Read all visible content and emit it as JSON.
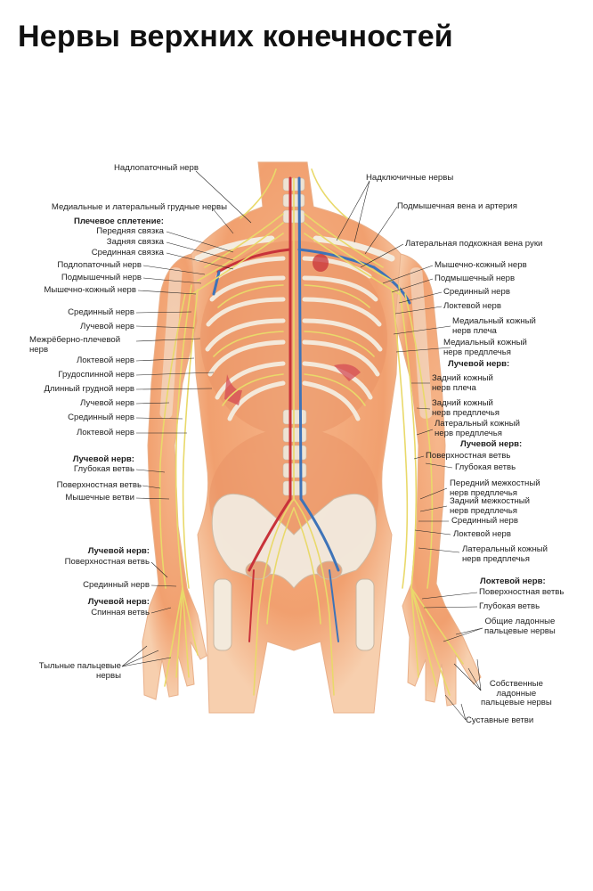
{
  "title": "Нервы верхних конечностей",
  "labels": {
    "top_suprascap": "Надлопаточный нерв",
    "top_supraclav": "Надключичные нервы",
    "l_pectoral": "Медиальные и латеральный грудные нервы",
    "l_plexus": "Плечевое сплетение:",
    "l_ant_cord": "Передняя связка",
    "l_post_cord": "Задняя связка",
    "l_med_cord": "Срединная связка",
    "l_subscap": "Подлопаточный нерв",
    "l_axillary": "Подмышечный нерв",
    "l_musculocut": "Мышечно-кожный нерв",
    "l_median1": "Срединный нерв",
    "l_radial1": "Лучевой нерв",
    "l_intercostobrach_1": "Межрёберно-плечевой",
    "l_intercostobrach_2": "нерв",
    "l_ulnar1": "Локтевой нерв",
    "l_thoracodorsal": "Грудоспинной нерв",
    "l_long_thoracic": "Длинный грудной нерв",
    "l_radial2": "Лучевой нерв",
    "l_median2": "Срединный нерв",
    "l_ulnar2": "Локтевой нерв",
    "l_radial_head": "Лучевой нерв:",
    "l_deep": "Глубокая ветвь",
    "l_superficial": "Поверхностная ветвь",
    "l_muscular": "Мышечные ветви",
    "l_radial_head2": "Лучевой нерв:",
    "l_superficial2": "Поверхностная ветвь",
    "l_median3": "Срединный нерв",
    "l_radial_head3": "Лучевой нерв:",
    "l_dorsal": "Спинная ветвь",
    "l_dorsal_digital_1": "Тыльные пальцевые",
    "l_dorsal_digital_2": "нервы",
    "r_axillary_vessels": "Подмышечная вена и артерия",
    "r_cephalic": "Латеральная подкожная вена руки",
    "r_musculocut": "Мышечно-кожный нерв",
    "r_axillary": "Подмышечный нерв",
    "r_median1": "Срединный нерв",
    "r_ulnar1": "Локтевой нерв",
    "r_med_cut_arm_1": "Медиальный кожный",
    "r_med_cut_arm_2": "нерв плеча",
    "r_med_cut_fore_1": "Медиальный кожный",
    "r_med_cut_fore_2": "нерв предплечья",
    "r_radial_head": "Лучевой нерв:",
    "r_post_cut_arm_1": "Задний кожный",
    "r_post_cut_arm_2": "нерв плеча",
    "r_post_cut_fore_1": "Задний кожный",
    "r_post_cut_fore_2": "нерв предплечья",
    "r_lat_cut_fore_1": "Латеральный кожный",
    "r_lat_cut_fore_2": "нерв предплечья",
    "r_radial_head2": "Лучевой нерв:",
    "r_superficial": "Поверхностная ветвь",
    "r_deep": "Глубокая ветвь",
    "r_ant_interos_1": "Передний межкостный",
    "r_ant_interos_2": "нерв предплечья",
    "r_post_interos_1": "Задний межкостный",
    "r_post_interos_2": "нерв предплечья",
    "r_median2": "Срединный нерв",
    "r_ulnar2": "Локтевой нерв",
    "r_lat_cut_fore2_1": "Латеральный кожный",
    "r_lat_cut_fore2_2": "нерв предплечья",
    "r_ulnar_head": "Локтевой нерв:",
    "r_superficial2": "Поверхностная ветвь",
    "r_deep2": "Глубокая ветвь",
    "r_common_palmar_1": "Общие ладонные",
    "r_common_palmar_2": "пальцевые нервы",
    "r_proper_palmar_1": "Собственные",
    "r_proper_palmar_2": "ладонные",
    "r_proper_palmar_3": "пальцевые нервы",
    "r_articular": "Суставные ветви"
  },
  "colors": {
    "skin": "#f2a878",
    "skin_light": "#f8c9a4",
    "muscle": "#e88a5c",
    "nerve": "#e9d96a",
    "bone": "#f7efe3",
    "vessel_red": "#c8323a",
    "vessel_blue": "#3e73b8",
    "leader": "#222222"
  }
}
